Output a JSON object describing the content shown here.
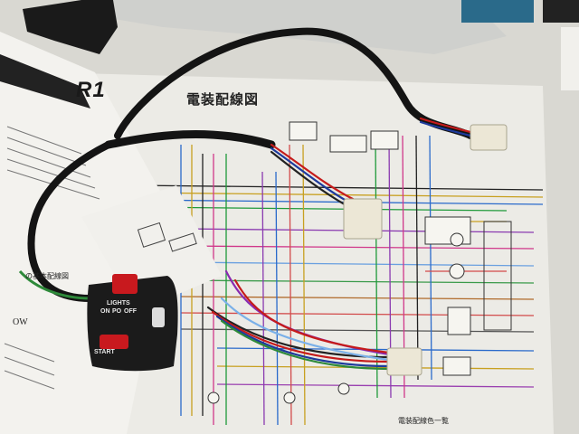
{
  "diagram_title": "電装配線図",
  "brand_mark": "R1",
  "switch": {
    "lights_label": "LIGHTS",
    "positions": [
      "ON",
      "PO",
      "OFF"
    ],
    "start_label": "START"
  },
  "leaflet": {
    "diagram_label": "の基本配線図",
    "ow_label": "OW"
  },
  "color_legend_label": "電装配線色一覧",
  "colors": {
    "paper": "#e9e8e2",
    "wire_black": "#141414",
    "switch_red": "#c8191e",
    "connector": "#ece7d6"
  }
}
